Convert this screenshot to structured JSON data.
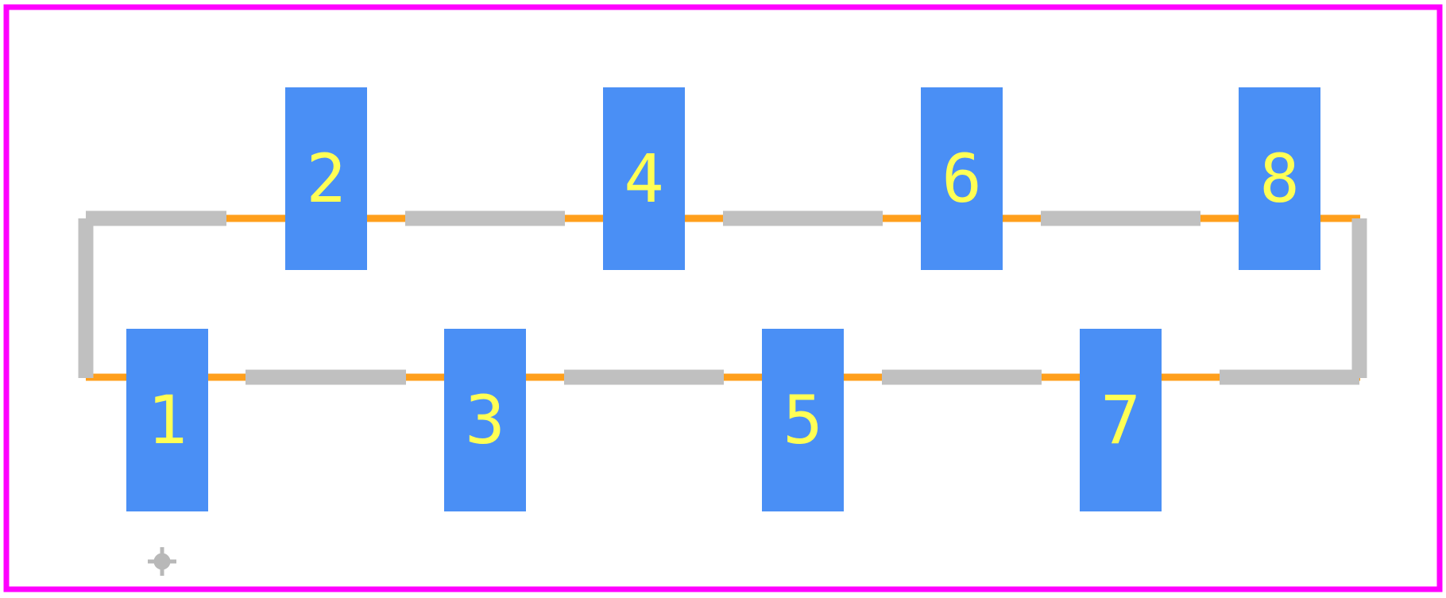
{
  "colors": {
    "board_outline": "#ff00ff",
    "pad_fill": "#4a8ff5",
    "pad_label": "#ffff55",
    "silkscreen": "#c0c0c0",
    "courtyard": "#ff9f1c",
    "background": "#ffffff"
  },
  "pads": [
    {
      "label": "1",
      "row": "bottom"
    },
    {
      "label": "2",
      "row": "top"
    },
    {
      "label": "3",
      "row": "bottom"
    },
    {
      "label": "4",
      "row": "top"
    },
    {
      "label": "5",
      "row": "bottom"
    },
    {
      "label": "6",
      "row": "top"
    },
    {
      "label": "7",
      "row": "bottom"
    },
    {
      "label": "8",
      "row": "top"
    }
  ],
  "icons": {
    "origin_marker": "crosshair-icon"
  }
}
